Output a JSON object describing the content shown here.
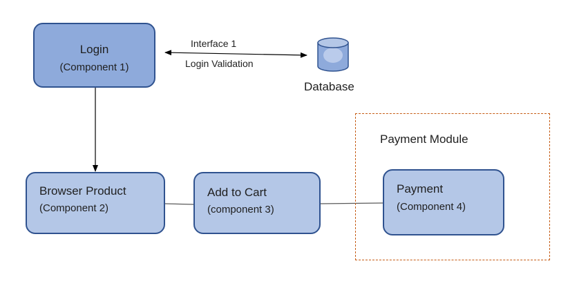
{
  "components": {
    "login": {
      "title": "Login",
      "subtitle": "(Component 1)"
    },
    "browse": {
      "title": "Browser Product",
      "subtitle": "(Component 2)"
    },
    "cart": {
      "title": "Add to Cart",
      "subtitle": "(component 3)"
    },
    "payment": {
      "title": "Payment",
      "subtitle": "(Component 4)"
    }
  },
  "interface": {
    "name": "Interface 1",
    "description": "Login Validation"
  },
  "database": {
    "label": "Database",
    "icon": "database-icon"
  },
  "payment_module": {
    "label": "Payment Module"
  },
  "colors": {
    "login_fill": "#8eaadb",
    "component_fill": "#b4c7e7",
    "box_border": "#2f528f",
    "module_border": "#c55a11"
  }
}
